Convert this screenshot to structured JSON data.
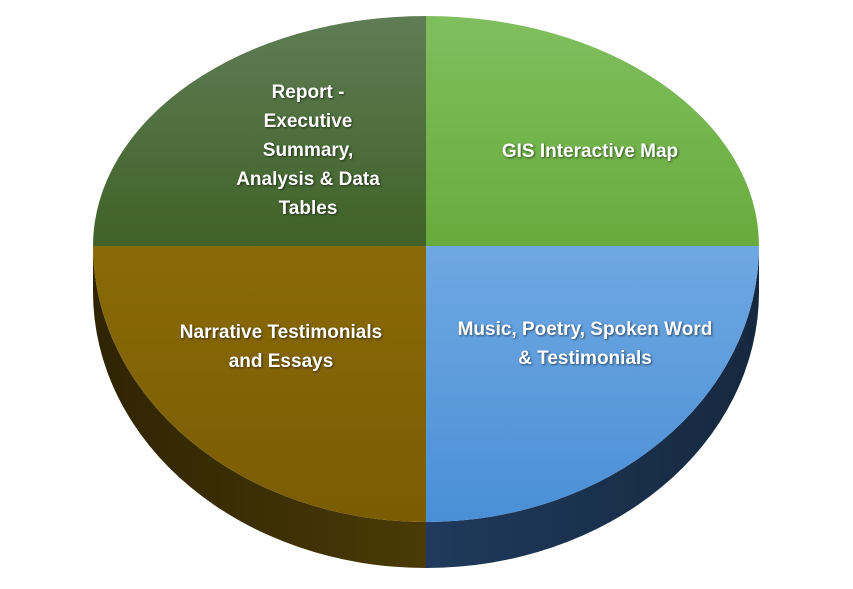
{
  "diagram": {
    "type": "quadrant-pie",
    "quadrants": [
      {
        "id": "report",
        "label": "Report -\nExecutive\nSummary,\nAnalysis & Data\nTables",
        "position": "top-left",
        "color_top": "#5f7d55",
        "color_bottom": "#3f6227"
      },
      {
        "id": "gis",
        "label": "GIS Interactive Map",
        "position": "top-right",
        "color_top": "#7fbf5f",
        "color_bottom": "#68ab3c"
      },
      {
        "id": "narrative",
        "label": "Narrative Testimonials\nand Essays",
        "position": "bottom-left",
        "color_top": "#8a6a08",
        "color_bottom": "#7a5c03",
        "side_color": "#4a3a06"
      },
      {
        "id": "music",
        "label": "Music, Poetry, Spoken Word\n& Testimonials",
        "position": "bottom-right",
        "color_top": "#6fa8e2",
        "color_bottom": "#4a8fd6",
        "side_color": "#1f3a5c"
      }
    ]
  }
}
